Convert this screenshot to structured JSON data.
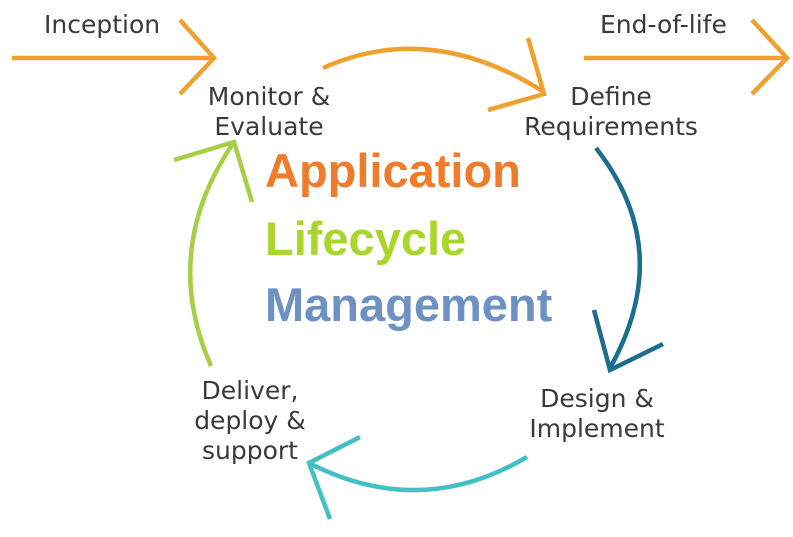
{
  "labels": {
    "inception": "Inception",
    "end_of_life": "End-of-life",
    "monitor": [
      "Monitor &",
      "Evaluate"
    ],
    "define": [
      "Define",
      "Requirements"
    ],
    "design": [
      "Design &",
      "Implement"
    ],
    "deliver": [
      "Deliver,",
      "deploy &",
      "support"
    ]
  },
  "title": {
    "line1": "Application",
    "line2": "Lifecycle",
    "line3": "Management"
  },
  "colors": {
    "orange": "#F0A02E",
    "title_orange": "#F07B2A",
    "title_green": "#A9D62A",
    "title_blue": "#6E91C3",
    "dark_teal": "#1B6E8E",
    "light_teal": "#43C0C6",
    "green": "#A7CF46",
    "text": "#3A3A3A"
  }
}
